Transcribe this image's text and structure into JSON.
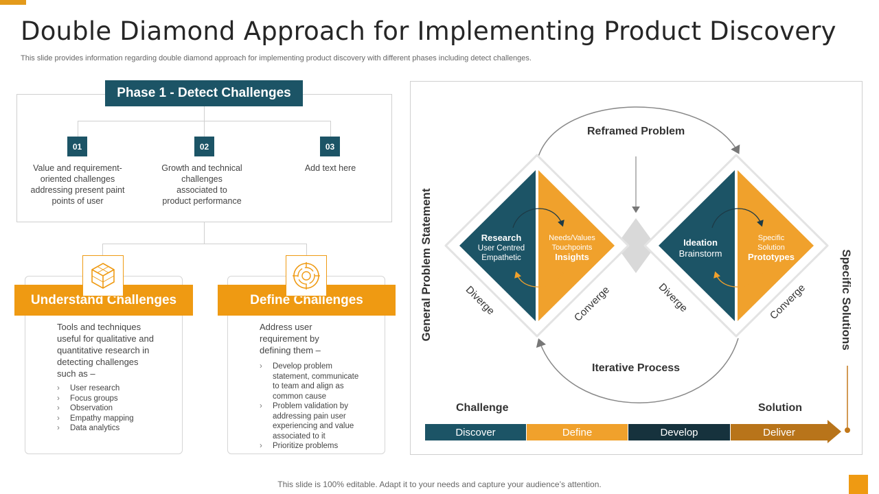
{
  "title": "Double Diamond Approach for Implementing Product Discovery",
  "subtitle": "This slide provides information regarding double diamond approach for implementing product discovery with different phases including detect challenges.",
  "phase1": {
    "header": "Phase 1 - Detect Challenges",
    "items": [
      {
        "num": "01",
        "lines": [
          "Value and requirement-",
          "oriented challenges",
          "addressing present paint",
          "points of user"
        ]
      },
      {
        "num": "02",
        "lines": [
          "Growth and technical",
          "challenges",
          "associated to",
          "product  performance"
        ]
      },
      {
        "num": "03",
        "lines": [
          "Add text here"
        ]
      }
    ]
  },
  "understand": {
    "title": "Understand Challenges",
    "icon": "cube-icon",
    "intro": [
      "Tools and techniques",
      "useful for qualitative and",
      "quantitative research in",
      "detecting challenges",
      "such as –"
    ],
    "bullets": [
      "User research",
      "Focus groups",
      "Observation",
      "Empathy mapping",
      "Data analytics"
    ]
  },
  "define": {
    "title": "Define Challenges",
    "icon": "target-icon",
    "intro": [
      "Address user",
      "requirement by",
      "defining them –"
    ],
    "bullets": [
      [
        "Develop problem",
        "statement, communicate",
        "to team and align as",
        "common cause"
      ],
      [
        "Problem validation by",
        "addressing pain user",
        "experiencing and value",
        "associated to it"
      ],
      [
        "Prioritize problems"
      ]
    ]
  },
  "diagram": {
    "reframed": "Reframed Problem",
    "iterative": "Iterative Process",
    "general": "General Problem Statement",
    "specific": "Specific Solutions",
    "d1_left": {
      "title": "Research",
      "lines": [
        "User Centred",
        "Empathetic"
      ]
    },
    "d1_right": {
      "lines": [
        "Needs/Values",
        "Touchpoints"
      ],
      "bold": "Insights"
    },
    "d2_left": {
      "title": "Ideation",
      "lines": [
        "Brainstorm"
      ]
    },
    "d2_right": {
      "lines": [
        "Specific",
        "Solution"
      ],
      "bold": "Prototypes"
    },
    "diverge": "Diverge",
    "converge": "Converge",
    "challenge": "Challenge",
    "solution": "Solution",
    "stages": [
      "Discover",
      "Define",
      "Develop",
      "Deliver"
    ],
    "colors": {
      "teal": "#1c5466",
      "orange": "#f0a12c",
      "dark": "#16323d",
      "brown": "#b8741a"
    }
  },
  "footer": "This slide is 100% editable. Adapt it to your needs and capture your audience’s attention."
}
